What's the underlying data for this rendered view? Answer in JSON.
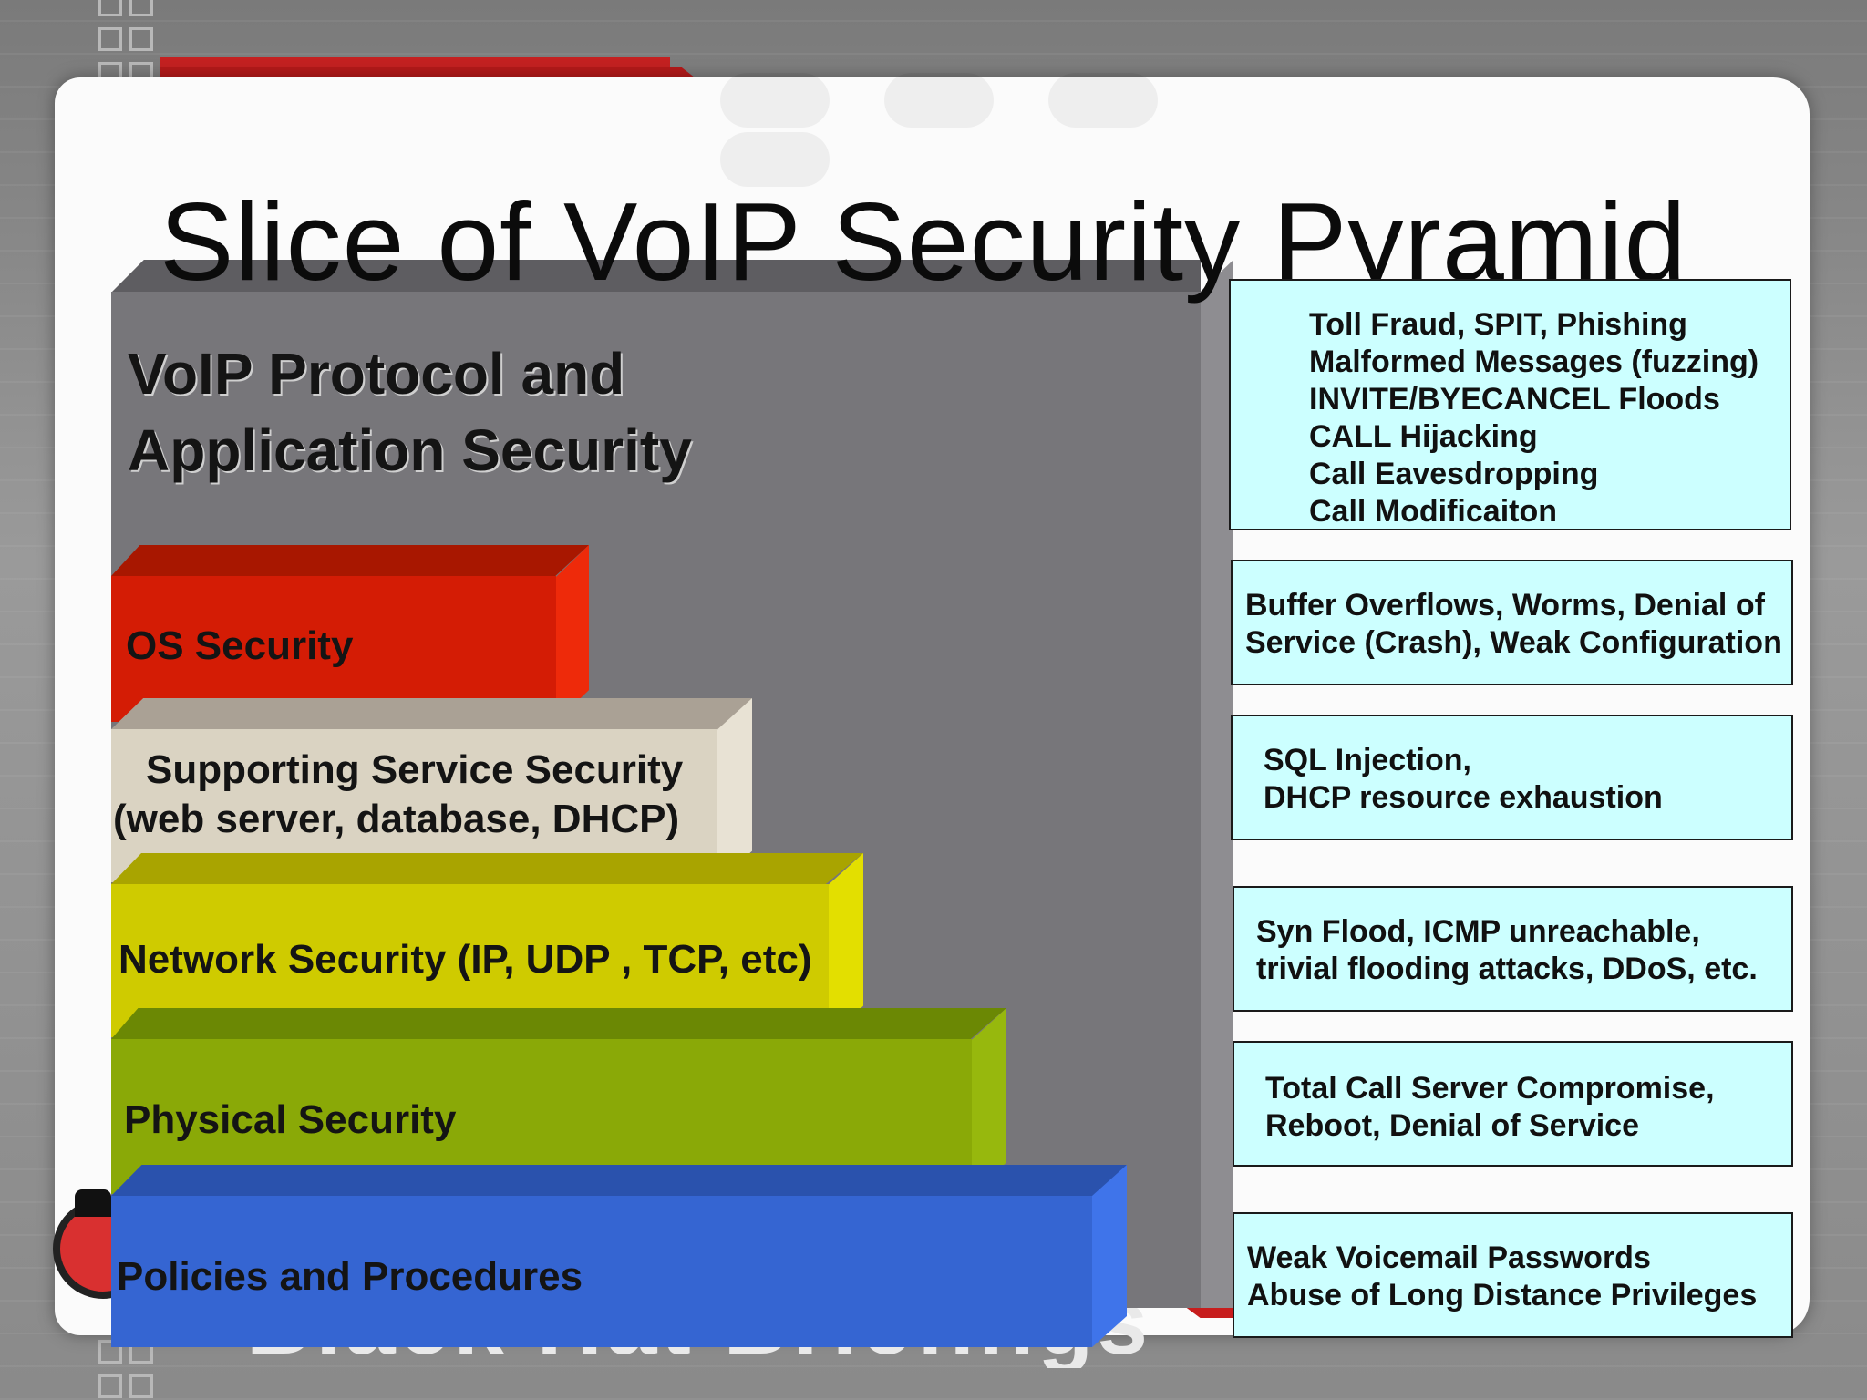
{
  "title": "Slice of VoIP Security Pyramid",
  "top_layer": {
    "line1": "VoIP Protocol and",
    "line2": "Application Security"
  },
  "layers": {
    "os": "OS Security",
    "supporting_line1": "Supporting Service Security",
    "supporting_line2": "(web server, database, DHCP)",
    "network": "Network Security (IP, UDP , TCP, etc)",
    "physical": "Physical Security",
    "policies": "Policies and Procedures"
  },
  "threats": {
    "protocol": [
      "Toll Fraud, SPIT, Phishing",
      "Malformed Messages (fuzzing)",
      "INVITE/BYECANCEL Floods",
      "CALL Hijacking",
      "Call Eavesdropping",
      "Call Modificaiton"
    ],
    "os": [
      "Buffer Overflows, Worms, Denial of",
      "Service (Crash), Weak Configuration"
    ],
    "supporting": [
      "SQL Injection,",
      "DHCP resource exhaustion"
    ],
    "network": [
      "Syn Flood, ICMP unreachable,",
      "trivial flooding attacks, DDoS, etc."
    ],
    "physical": [
      "Total Call Server Compromise,",
      "Reboot, Denial of Service"
    ],
    "policies": [
      "Weak Voicemail Passwords",
      "Abuse of Long Distance Privileges"
    ]
  },
  "watermark": "Black Hat Briefings",
  "colors": {
    "os": "#d41c05",
    "supporting": "#dad3c2",
    "network": "#cfcb00",
    "physical": "#8aa907",
    "policies": "#3565d2",
    "threat_box": "#ccffff",
    "panel": "#77767a"
  }
}
